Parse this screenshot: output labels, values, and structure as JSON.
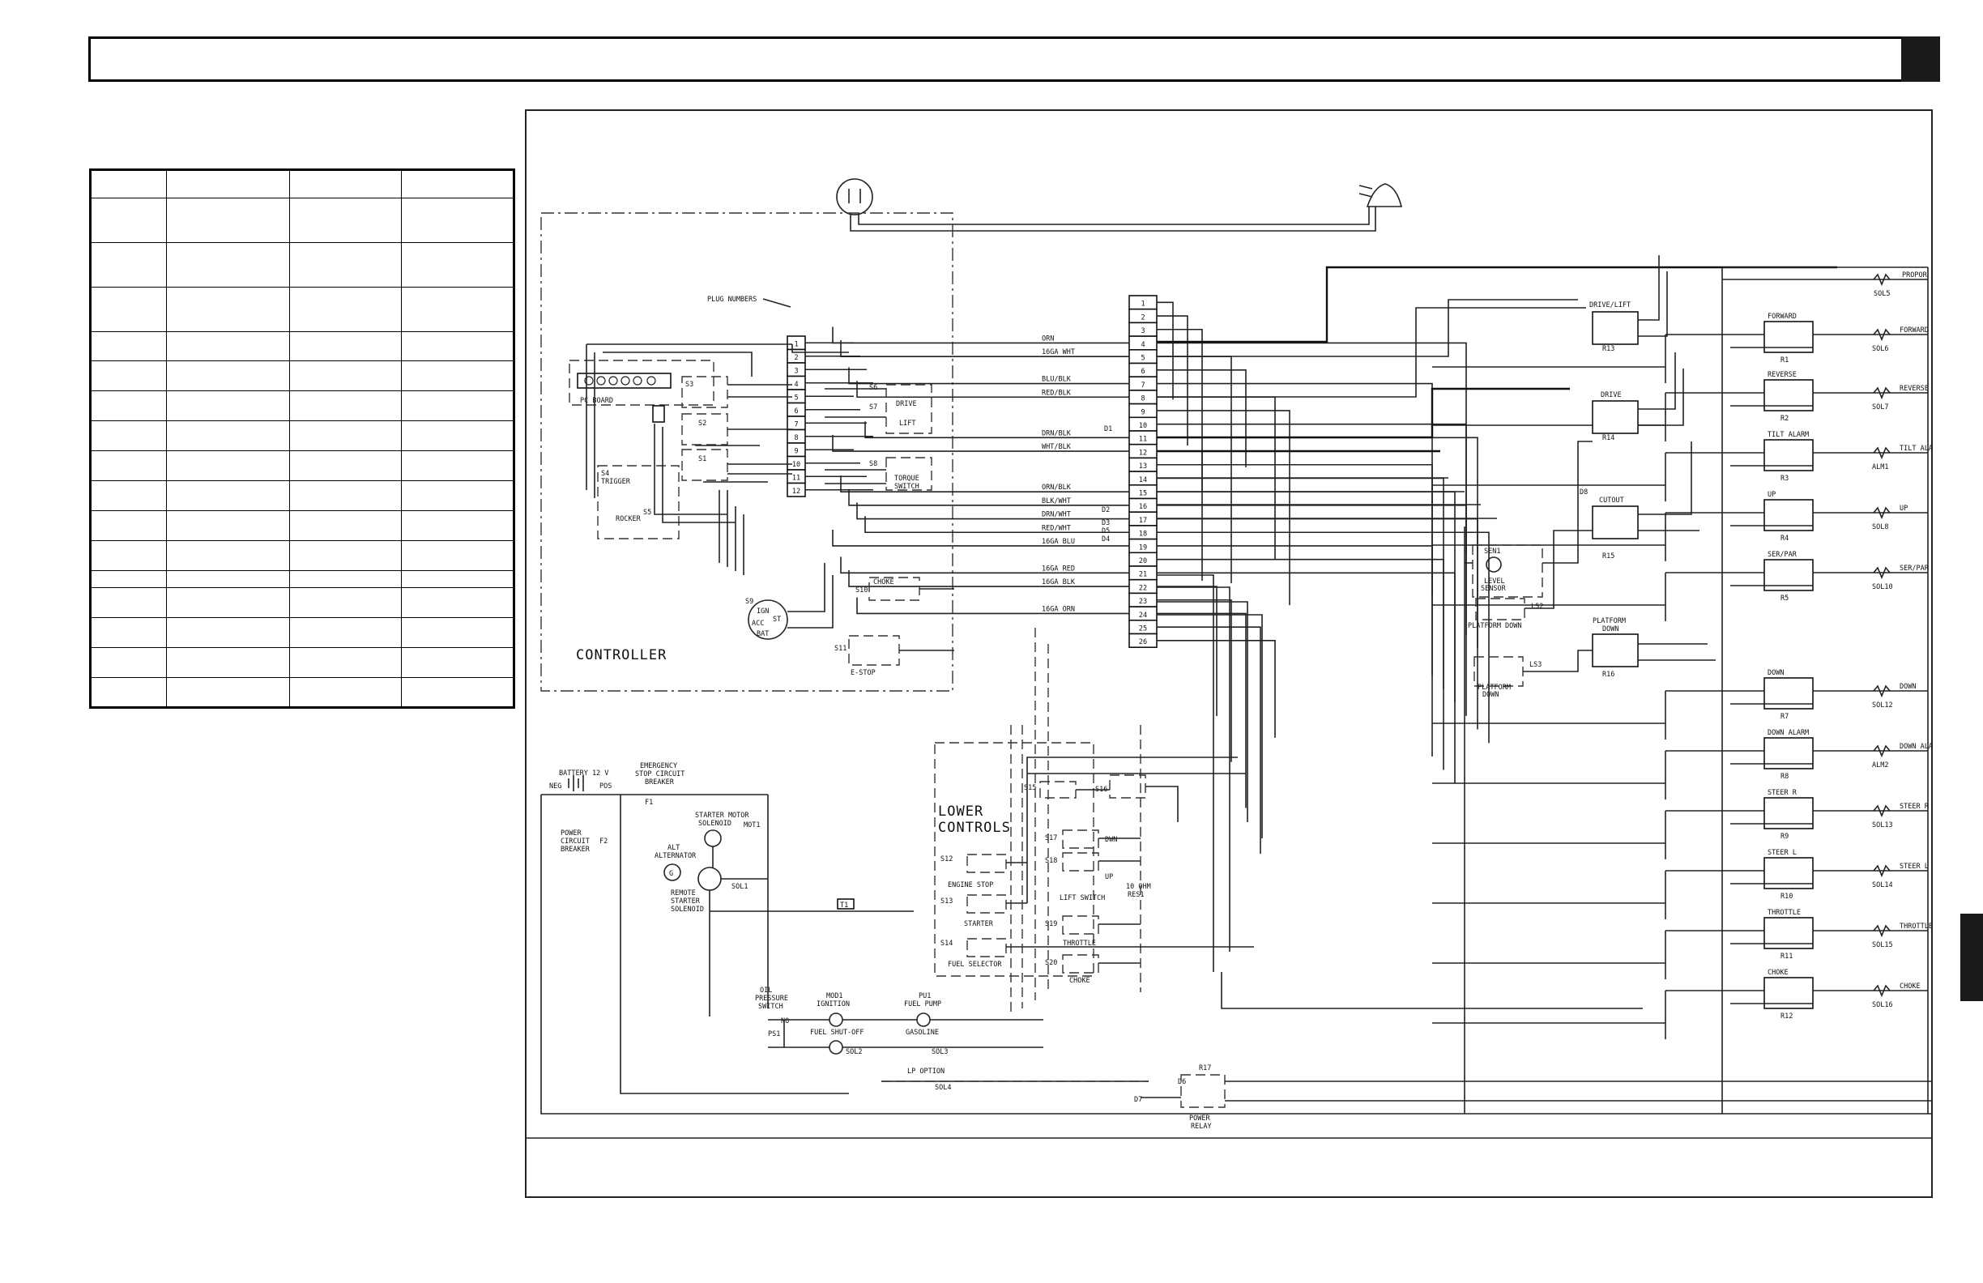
{
  "terminals": [
    "1",
    "2",
    "3",
    "4",
    "5",
    "6",
    "7",
    "8",
    "9",
    "10",
    "11",
    "12",
    "13",
    "14",
    "15",
    "16",
    "17",
    "18",
    "19",
    "20",
    "21",
    "22",
    "23",
    "24",
    "25",
    "26"
  ],
  "plug_numbers": [
    "1",
    "2",
    "3",
    "4",
    "5",
    "6",
    "7",
    "8",
    "9",
    "10",
    "11",
    "12"
  ],
  "wire_labels": [
    {
      "t": "4",
      "label": "ORN"
    },
    {
      "t": "5",
      "label": "16GA WHT"
    },
    {
      "t": "7",
      "label": "BLU/BLK"
    },
    {
      "t": "8",
      "label": "RED/BLK"
    },
    {
      "t": "11",
      "label": "DRN/BLK"
    },
    {
      "t": "12",
      "label": "WHT/BLK"
    },
    {
      "t": "15",
      "label": "ORN/BLK"
    },
    {
      "t": "16",
      "label": "BLK/WHT"
    },
    {
      "t": "17",
      "label": "DRN/WHT"
    },
    {
      "t": "18",
      "label": "RED/WHT"
    },
    {
      "t": "19",
      "label": "16GA BLU"
    },
    {
      "t": "21",
      "label": "16GA RED"
    },
    {
      "t": "22",
      "label": "16GA BLK"
    },
    {
      "t": "24",
      "label": "16GA ORN"
    }
  ],
  "controller": {
    "title": "CONTROLLER",
    "plug_numbers_label": "PLUG NUMBERS",
    "pc_board": "PC BOARD",
    "switches": {
      "s1": "S1",
      "s2": "S2",
      "s3": "S3",
      "s4": "S4",
      "trigger": "TRIGGER",
      "rocker": "ROCKER",
      "s5": "S5",
      "s6": "S6",
      "s7": "S7",
      "drive": "DRIVE",
      "lift": "LIFT",
      "s8": "S8",
      "torque": "TORQUE",
      "torque2": "SWITCH",
      "s9": "S9",
      "s10": "S10",
      "choke": "CHOKE",
      "s11": "S11",
      "estop": "E-STOP",
      "ign": "IGN",
      "acc": "ACC",
      "st": "ST",
      "bat": "BAT"
    }
  },
  "diodes": {
    "d1": "D1",
    "d2": "D2",
    "d3": "D3",
    "d4": "D4",
    "d5": "D5",
    "d8": "D8",
    "d6": "D6",
    "d7": "D7"
  },
  "power": {
    "battery": "BATTERY 12 V",
    "neg": "NEG",
    "pos": "POS",
    "estop_cb": [
      "EMERGENCY",
      "STOP CIRCUIT",
      "BREAKER"
    ],
    "f1": "F1",
    "power_cb": [
      "POWER",
      "CIRCUIT",
      "BREAKER"
    ],
    "f2": "F2",
    "starter_motor": [
      "STARTER MOTOR",
      "SOLENOID"
    ],
    "mot1": "MOT1",
    "alt": "ALT",
    "alternator": "ALTERNATOR",
    "g": "G",
    "remote_starter": [
      "REMOTE",
      "STARTER",
      "SOLENOID"
    ],
    "sol1": "SOL1",
    "t1": "T1",
    "oil": [
      "OIL",
      "PRESSURE",
      "SWITCH"
    ],
    "no": "NO",
    "ps1": "PS1",
    "mod1": "MOD1",
    "ignition": "IGNITION",
    "pu1": "PU1",
    "fuel_pump": "FUEL PUMP",
    "fuel_shutoff": "FUEL SHUT-OFF",
    "sol2": "SOL2",
    "gasoline": "GASOLINE",
    "sol3": "SOL3",
    "lp": "LP OPTION",
    "sol4": "SOL4"
  },
  "lower_controls": {
    "title": [
      "LOWER",
      "CONTROLS"
    ],
    "s12": "S12",
    "engine_stop": "ENGINE STOP",
    "s13": "S13",
    "starter": "STARTER",
    "s14": "S14",
    "fuel_selector": "FUEL SELECTOR",
    "s15": "S15",
    "s16": "S16",
    "s17": "S17",
    "dwn": "DWN",
    "s18": "S18",
    "up": "UP",
    "lift_switch": "LIFT SWITCH",
    "res": [
      "10 OHM",
      "RES1"
    ],
    "s19": "S19",
    "throttle": "THROTTLE",
    "s20": "S20",
    "choke": "CHOKE"
  },
  "middle": {
    "drive_lift": "DRIVE/LIFT",
    "r13": "R13",
    "drive": "DRIVE",
    "r14": "R14",
    "cutout": "CUTOUT",
    "r15": "R15",
    "platform_down": [
      "PLATFORM",
      "DOWN"
    ],
    "r16": "R16",
    "sen1": "SEN1",
    "level_sensor": [
      "LEVEL",
      "SENSOR"
    ],
    "ls2": "LS2",
    "platform_down_ls2": "PLATFORM DOWN",
    "ls3": "LS3",
    "platform_down_ls3": [
      "PLATFORM",
      "DOWN"
    ],
    "r17": "R17",
    "power_relay": [
      "POWER",
      "RELAY"
    ]
  },
  "relays": [
    {
      "name": "FORWARD",
      "r": "R1",
      "sol": "SOL6",
      "out": "FORWARD"
    },
    {
      "name": "REVERSE",
      "r": "R2",
      "sol": "SOL7",
      "out": "REVERSE"
    },
    {
      "name": "TILT ALARM",
      "r": "R3",
      "sol": "ALM1",
      "out": "TILT ALARM"
    },
    {
      "name": "UP",
      "r": "R4",
      "sol": "SOL8",
      "out": "UP"
    },
    {
      "name": "SER/PAR",
      "r": "R5",
      "sol": "SOL10",
      "out": "SER/PAR"
    },
    {
      "name": "DOWN",
      "r": "R7",
      "sol": "SOL12",
      "out": "DOWN"
    },
    {
      "name": "DOWN ALARM",
      "r": "R8",
      "sol": "ALM2",
      "out": "DOWN ALARM"
    },
    {
      "name": "STEER R",
      "r": "R9",
      "sol": "SOL13",
      "out": "STEER R"
    },
    {
      "name": "STEER L",
      "r": "R10",
      "sol": "SOL14",
      "out": "STEER L"
    },
    {
      "name": "THROTTLE",
      "r": "R11",
      "sol": "SOL15",
      "out": "THROTTLE"
    },
    {
      "name": "CHOKE",
      "r": "R12",
      "sol": "SOL16",
      "out": "CHOKE"
    }
  ],
  "propor": {
    "out": "PROPOR",
    "sol": "SOL5"
  }
}
